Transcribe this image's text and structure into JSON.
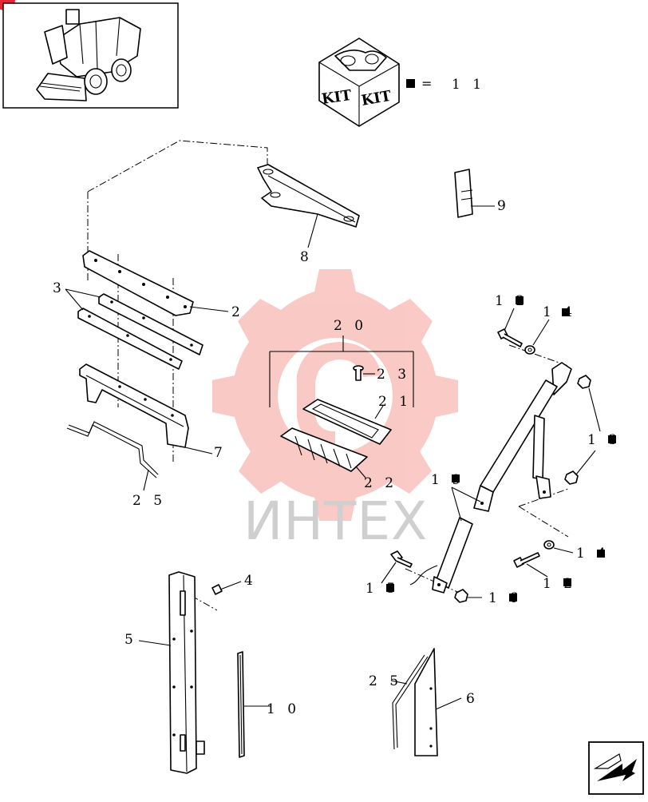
{
  "kit": {
    "box_text_1": "KIT",
    "box_text_2": "KIT",
    "equals": "=",
    "kit_number": "1 1"
  },
  "callouts": {
    "c2": "2",
    "c3": "3",
    "c4": "4",
    "c5": "5",
    "c6": "6",
    "c7": "7",
    "c8": "8",
    "c9": "9",
    "c10": "1 0",
    "c12a": "1 2",
    "c12b": "1 2",
    "c13": "1 3",
    "c14a": "1 4",
    "c14b": "1 4",
    "c15": "1 5",
    "c16": "1 6",
    "c19": "1 9",
    "c20": "2 0",
    "c21": "2 1",
    "c22": "2 2",
    "c23": "2 3",
    "c25a": "2 5",
    "c25b": "2 5"
  },
  "watermark": {
    "text": "ИНТЕХ",
    "color": "#e9302b"
  },
  "icons": {
    "corner_badge": "corner-badge-icon",
    "machine_thumbnail": "skid-steer-loader-icon",
    "kit_box": "kit-box-icon",
    "nav_arrow": "page-arrow-icon",
    "kit_marker": "black-square-icon"
  }
}
